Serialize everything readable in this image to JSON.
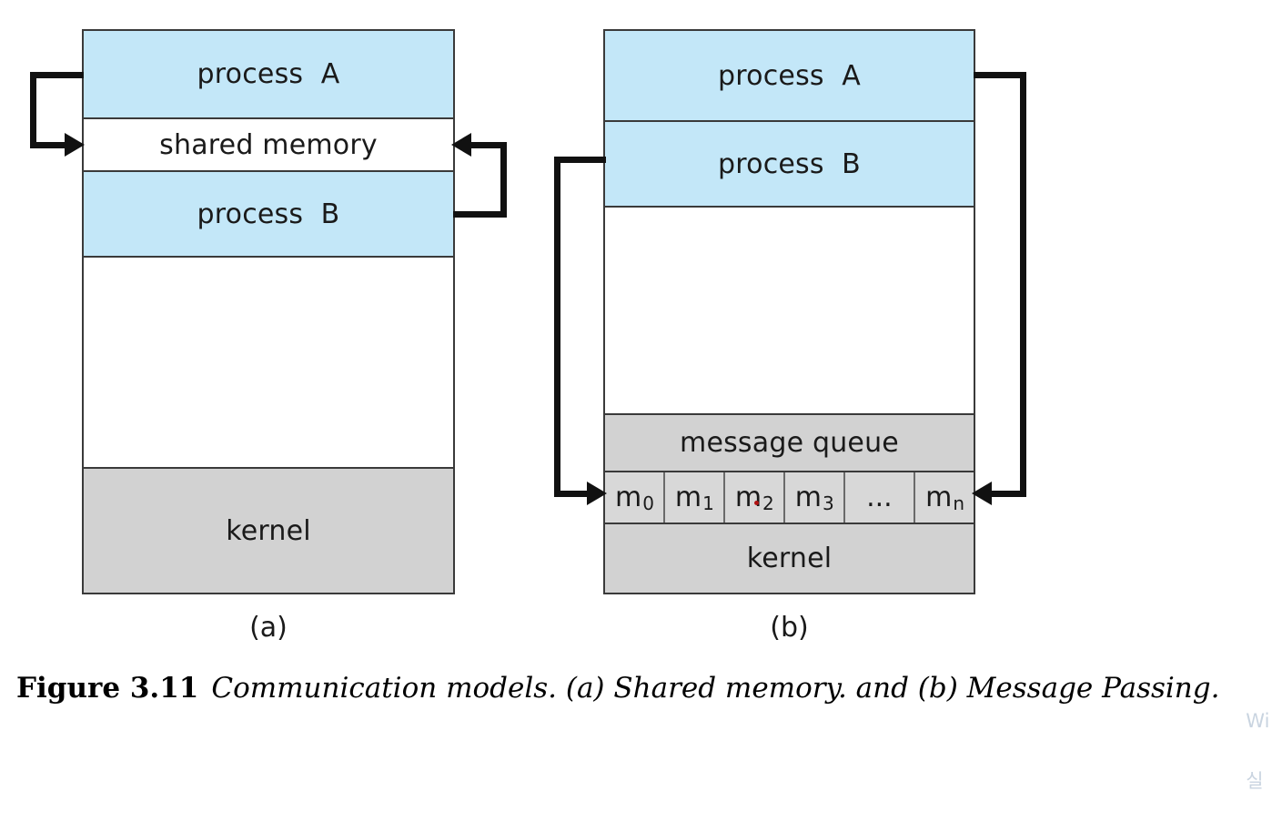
{
  "figure": {
    "label": "Figure 3.11",
    "text": "Communication models. (a) Shared memory. and (b) Message Passing."
  },
  "watermark": {
    "line1": "Wi",
    "line2": "실"
  },
  "colors": {
    "process_fill": "#c3e7f8",
    "shared_memory_fill": "#ffffff",
    "kernel_fill": "#d2d2d2",
    "message_cell_fill": "#d8d8d8",
    "border": "#3a3a3a",
    "arrow": "#111111"
  },
  "panel_a": {
    "caption": "(a)",
    "bands": [
      {
        "label": "process  A",
        "fill": "blue"
      },
      {
        "label": "shared memory",
        "fill": "white"
      },
      {
        "label": "process  B",
        "fill": "blue"
      },
      {
        "label": "",
        "fill": "white"
      },
      {
        "label": "kernel",
        "fill": "gray"
      }
    ],
    "arrows": [
      {
        "name": "process-a-to-shared-memory",
        "from": "process A",
        "to": "shared memory",
        "side": "left",
        "direction": "right"
      },
      {
        "name": "process-b-to-shared-memory",
        "from": "process B",
        "to": "shared memory",
        "side": "right",
        "direction": "left"
      }
    ]
  },
  "panel_b": {
    "caption": "(b)",
    "bands": [
      {
        "label": "process  A",
        "fill": "blue"
      },
      {
        "label": "process  B",
        "fill": "blue"
      },
      {
        "label": "",
        "fill": "white"
      },
      {
        "label": "message queue",
        "fill": "gray"
      },
      {
        "label": "kernel",
        "fill": "gray"
      }
    ],
    "message_cells": [
      {
        "base": "m",
        "sub": "0"
      },
      {
        "base": "m",
        "sub": "1"
      },
      {
        "base": "m",
        "sub": "2"
      },
      {
        "base": "m",
        "sub": "3"
      },
      {
        "base": "...",
        "sub": ""
      },
      {
        "base": "m",
        "sub": "n"
      }
    ],
    "arrows": [
      {
        "name": "process-b-to-message-queue",
        "from": "process B",
        "to": "message queue",
        "side": "left",
        "direction": "right"
      },
      {
        "name": "process-a-to-message-queue",
        "from": "process A",
        "to": "message queue",
        "side": "right",
        "direction": "left"
      }
    ]
  }
}
